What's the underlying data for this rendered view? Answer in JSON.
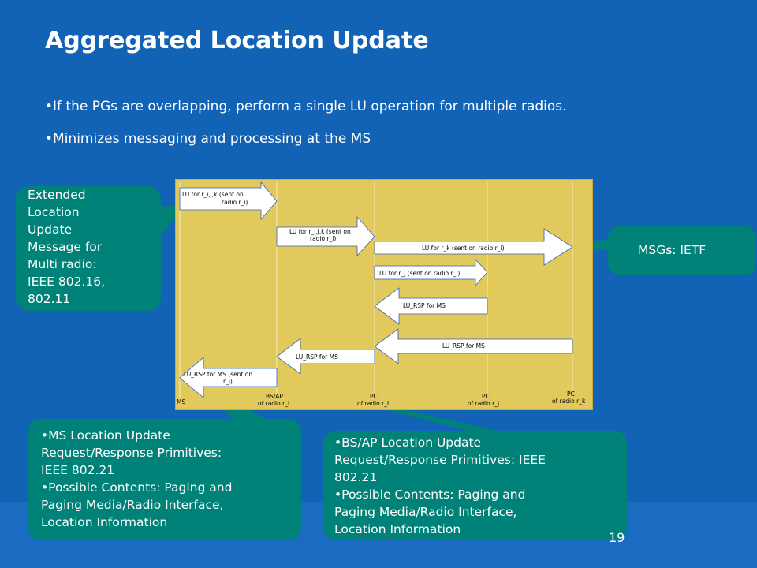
{
  "title": "Aggregated Location Update",
  "bullets": [
    "If the PGs are overlapping, perform a single LU operation for multiple radios.",
    "Minimizes messaging and processing at the MS"
  ],
  "callouts": {
    "extended": [
      "Extended",
      "Location",
      "Update",
      "Message for",
      "Multi radio:",
      "IEEE 802.16,",
      "802.11"
    ],
    "msgs": "MSGs: IETF",
    "ms": [
      {
        "bullet": true,
        "text": "MS Location Update"
      },
      {
        "bullet": false,
        "text": "Request/Response Primitives:"
      },
      {
        "bullet": false,
        "text": "IEEE 802.21"
      },
      {
        "bullet": true,
        "text": "Possible Contents: Paging and"
      },
      {
        "bullet": false,
        "text": "Paging Media/Radio Interface,"
      },
      {
        "bullet": false,
        "text": "Location Information"
      }
    ],
    "bs": [
      {
        "bullet": true,
        "text": "BS/AP Location Update"
      },
      {
        "bullet": false,
        "text": "Request/Response Primitives: IEEE"
      },
      {
        "bullet": false,
        "text": "802.21"
      },
      {
        "bullet": true,
        "text": "Possible Contents: Paging and"
      },
      {
        "bullet": false,
        "text": "Paging Media/Radio Interface,"
      },
      {
        "bullet": false,
        "text": "Location Information"
      }
    ]
  },
  "diagram": {
    "entities": [
      {
        "line1": "MS",
        "line2": ""
      },
      {
        "line1": "BS/AP",
        "line2": "of radio r_i"
      },
      {
        "line1": "PC",
        "line2": "of radio r_i"
      },
      {
        "line1": "PC",
        "line2": "of radio r_j"
      },
      {
        "line1": "PC",
        "line2": "of radio r_k"
      }
    ],
    "messages": [
      {
        "line1": "LU for r_i,j,k  (sent on",
        "line2": "radio r_i)"
      },
      {
        "line1": "LU for r_i,j,k  (sent on",
        "line2": "radio r_i)"
      },
      {
        "line1": "LU for r_k  (sent on radio r_i)",
        "line2": ""
      },
      {
        "line1": "LU for r_j  (sent on radio r_i)",
        "line2": ""
      },
      {
        "line1": "LU_RSP for MS",
        "line2": ""
      },
      {
        "line1": "LU_RSP for MS",
        "line2": ""
      },
      {
        "line1": "LU_RSP for MS",
        "line2": ""
      },
      {
        "line1": "LU_RSP for MS (sent on",
        "line2": "r_i)"
      }
    ]
  },
  "page_number": "19"
}
